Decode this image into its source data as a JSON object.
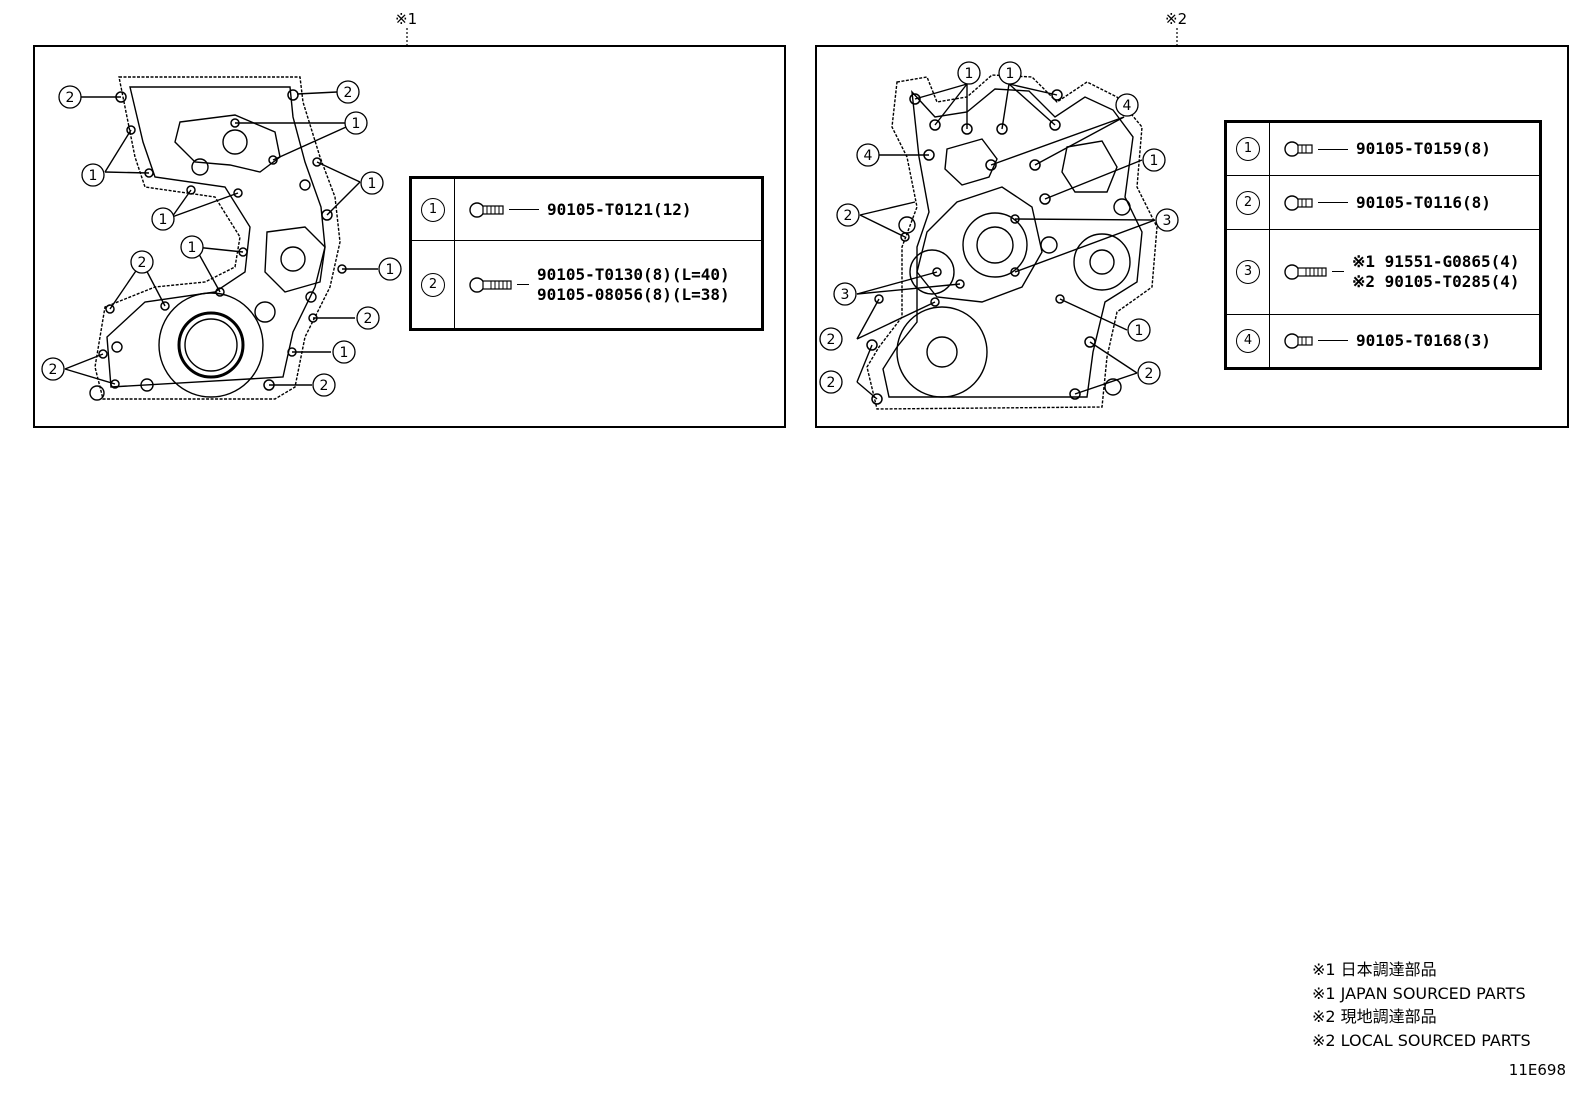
{
  "panel1": {
    "tag": "※1",
    "legend": [
      {
        "num": "1",
        "parts": [
          "90105-T0121(12)"
        ]
      },
      {
        "num": "2",
        "parts": [
          "90105-T0130(8)(L=40)",
          "90105-08056(8)(L=38)"
        ]
      }
    ]
  },
  "panel2": {
    "tag": "※2",
    "legend": [
      {
        "num": "1",
        "parts": [
          "90105-T0159(8)"
        ]
      },
      {
        "num": "2",
        "parts": [
          "90105-T0116(8)"
        ]
      },
      {
        "num": "3",
        "parts": [
          "※1 91551-G0865(4)",
          "※2 90105-T0285(4)"
        ]
      },
      {
        "num": "4",
        "parts": [
          "90105-T0168(3)"
        ]
      }
    ]
  },
  "callout_label_1": "1",
  "callout_label_2": "2",
  "callout_label_3": "3",
  "callout_label_4": "4",
  "footnotes": [
    "※1 日本調達部品",
    "※1 JAPAN SOURCED PARTS",
    "※2 現地調達部品",
    "※2 LOCAL SOURCED PARTS"
  ],
  "diagram_code": "11E698"
}
